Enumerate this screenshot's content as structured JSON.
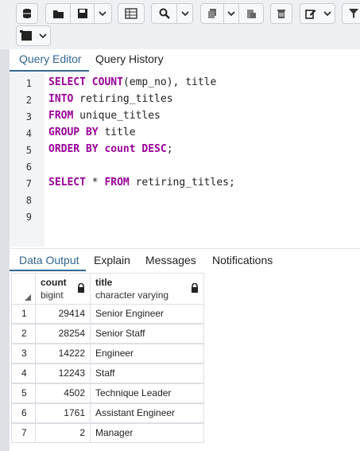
{
  "toolbar": {
    "buttons": [
      {
        "name": "database-icon"
      },
      {
        "name": "folder-open-icon"
      },
      {
        "name": "save-icon"
      },
      {
        "name": "table-icon"
      },
      {
        "name": "search-icon"
      },
      {
        "name": "copy-icon"
      },
      {
        "name": "paste-icon"
      },
      {
        "name": "trash-icon"
      },
      {
        "name": "edit-icon"
      },
      {
        "name": "filter-icon"
      },
      {
        "name": "limit-icon"
      }
    ]
  },
  "editor_tabs": [
    {
      "label": "Query Editor",
      "active": true
    },
    {
      "label": "Query History",
      "active": false
    }
  ],
  "editor": {
    "line_numbers": [
      "1",
      "2",
      "3",
      "4",
      "5",
      "6",
      "7",
      "8",
      "9"
    ],
    "lines": [
      [
        {
          "t": "SELECT ",
          "kw": true
        },
        {
          "t": "COUNT",
          "kw": true
        },
        {
          "t": "(emp_no), title",
          "kw": false
        }
      ],
      [
        {
          "t": "INTO",
          "kw": true
        },
        {
          "t": " retiring_titles",
          "kw": false
        }
      ],
      [
        {
          "t": "FROM",
          "kw": true
        },
        {
          "t": " unique_titles",
          "kw": false
        }
      ],
      [
        {
          "t": "GROUP BY",
          "kw": true
        },
        {
          "t": " title",
          "kw": false
        }
      ],
      [
        {
          "t": "ORDER BY count DESC",
          "kw": true
        },
        {
          "t": ";",
          "kw": false
        }
      ],
      [],
      [
        {
          "t": "SELECT",
          "kw": true
        },
        {
          "t": " * ",
          "kw": false
        },
        {
          "t": "FROM",
          "kw": true
        },
        {
          "t": " retiring_titles;",
          "kw": false
        }
      ],
      [],
      []
    ]
  },
  "output_tabs": [
    {
      "label": "Data Output",
      "active": true
    },
    {
      "label": "Explain",
      "active": false
    },
    {
      "label": "Messages",
      "active": false
    },
    {
      "label": "Notifications",
      "active": false
    }
  ],
  "grid": {
    "columns": [
      {
        "name": "count",
        "type": "bigint"
      },
      {
        "name": "title",
        "type": "character varying"
      }
    ],
    "rows": [
      {
        "num": "1",
        "count": "29414",
        "title": "Senior Engineer"
      },
      {
        "num": "2",
        "count": "28254",
        "title": "Senior Staff"
      },
      {
        "num": "3",
        "count": "14222",
        "title": "Engineer"
      },
      {
        "num": "4",
        "count": "12243",
        "title": "Staff"
      },
      {
        "num": "5",
        "count": "4502",
        "title": "Technique Leader"
      },
      {
        "num": "6",
        "count": "1761",
        "title": "Assistant Engineer"
      },
      {
        "num": "7",
        "count": "2",
        "title": "Manager"
      }
    ]
  },
  "colors": {
    "accent": "#326690",
    "keyword": "#990099"
  }
}
